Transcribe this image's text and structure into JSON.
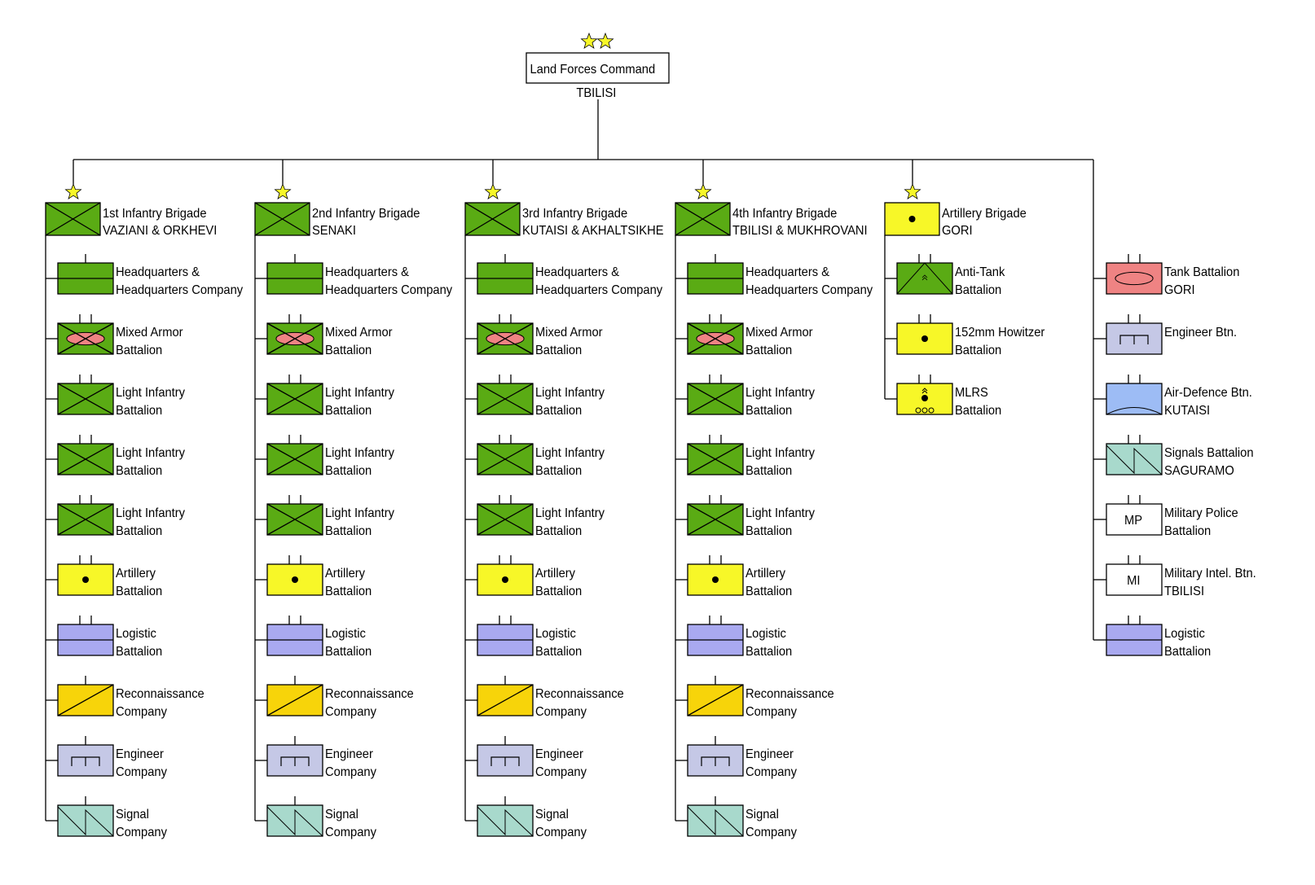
{
  "colors": {
    "infantry": "#5aab14",
    "artillery": "#f7f728",
    "tank": "#ef8383",
    "logistic": "#a9a9f0",
    "recon": "#f7d40a",
    "engineer": "#c5c8e6",
    "signal": "#a8d9cc",
    "airdef": "#9dbcf5",
    "white": "#ffffff",
    "star": "#f7f728"
  },
  "hq": {
    "title": "Land Forces Command",
    "location": "TBILISI",
    "stars": 2
  },
  "brigades": [
    {
      "name": "1st Infantry Brigade",
      "location": "VAZIANI & ORKHEVI",
      "symbol": "infantry"
    },
    {
      "name": "2nd Infantry Brigade",
      "location": "SENAKI",
      "symbol": "infantry"
    },
    {
      "name": "3rd Infantry Brigade",
      "location": "KUTAISI & AKHALTSIKHE",
      "symbol": "infantry"
    },
    {
      "name": "4th Infantry Brigade",
      "location": "TBILISI & MUKHROVANI",
      "symbol": "infantry"
    },
    {
      "name": "Artillery Brigade",
      "location": "GORI",
      "symbol": "artillery"
    }
  ],
  "infantry_brigade_units": [
    {
      "symbol": "hq",
      "echelon": "company",
      "line1": "Headquarters &",
      "line2": "Headquarters Company"
    },
    {
      "symbol": "mixed-armor",
      "echelon": "battalion",
      "line1": "Mixed Armor",
      "line2": "Battalion"
    },
    {
      "symbol": "infantry",
      "echelon": "battalion",
      "line1": "Light Infantry",
      "line2": "Battalion"
    },
    {
      "symbol": "infantry",
      "echelon": "battalion",
      "line1": "Light Infantry",
      "line2": "Battalion"
    },
    {
      "symbol": "infantry",
      "echelon": "battalion",
      "line1": "Light Infantry",
      "line2": "Battalion"
    },
    {
      "symbol": "artillery",
      "echelon": "battalion",
      "line1": "Artillery",
      "line2": "Battalion"
    },
    {
      "symbol": "logistic",
      "echelon": "battalion",
      "line1": "Logistic",
      "line2": "Battalion"
    },
    {
      "symbol": "recon",
      "echelon": "company",
      "line1": "Reconnaissance",
      "line2": "Company"
    },
    {
      "symbol": "engineer",
      "echelon": "company",
      "line1": "Engineer",
      "line2": "Company"
    },
    {
      "symbol": "signal",
      "echelon": "company",
      "line1": "Signal",
      "line2": "Company"
    }
  ],
  "artillery_brigade_units": [
    {
      "symbol": "anti-tank",
      "echelon": "battalion",
      "line1": "Anti-Tank",
      "line2": "Battalion"
    },
    {
      "symbol": "artillery",
      "echelon": "battalion",
      "line1": "152mm Howitzer",
      "line2": "Battalion"
    },
    {
      "symbol": "mlrs",
      "echelon": "battalion",
      "line1": "MLRS",
      "line2": "Battalion"
    }
  ],
  "independent_units": [
    {
      "symbol": "tank",
      "echelon": "battalion",
      "line1": "Tank Battalion",
      "line2": "GORI"
    },
    {
      "symbol": "engineer",
      "echelon": "battalion",
      "line1": "Engineer Btn.",
      "line2": ""
    },
    {
      "symbol": "airdef",
      "echelon": "battalion",
      "line1": "Air-Defence Btn.",
      "line2": "KUTAISI"
    },
    {
      "symbol": "signal",
      "echelon": "battalion",
      "line1": "Signals Battalion",
      "line2": "SAGURAMO"
    },
    {
      "symbol": "mp",
      "echelon": "battalion",
      "line1": "Military Police",
      "line2": "Battalion",
      "mark": "MP"
    },
    {
      "symbol": "mi",
      "echelon": "battalion",
      "line1": "Military Intel. Btn.",
      "line2": "TBILISI",
      "mark": "MI"
    },
    {
      "symbol": "logistic",
      "echelon": "battalion",
      "line1": "Logistic",
      "line2": "Battalion"
    }
  ]
}
